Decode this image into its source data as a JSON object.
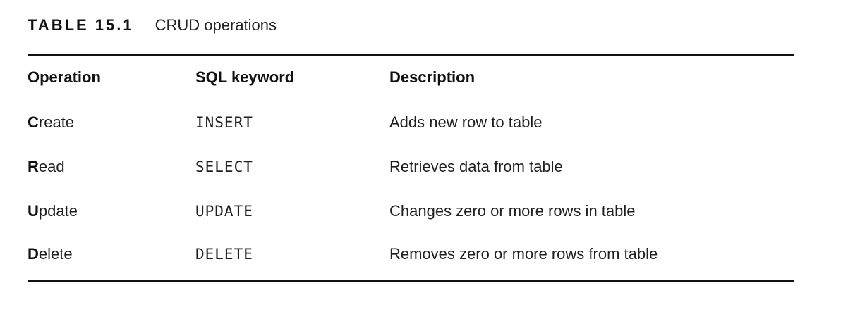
{
  "caption": {
    "label": "TABLE 15.1",
    "title": "CRUD operations"
  },
  "table": {
    "headers": [
      "Operation",
      "SQL keyword",
      "Description"
    ],
    "rows": [
      {
        "op_initial": "C",
        "op_rest": "reate",
        "sql": "INSERT",
        "description": "Adds new row to table"
      },
      {
        "op_initial": "R",
        "op_rest": "ead",
        "sql": "SELECT",
        "description": "Retrieves data from table"
      },
      {
        "op_initial": "U",
        "op_rest": "pdate",
        "sql": "UPDATE",
        "description": "Changes zero or more rows in table"
      },
      {
        "op_initial": "D",
        "op_rest": "elete",
        "sql": "DELETE",
        "description": "Removes zero or more rows from table"
      }
    ]
  }
}
